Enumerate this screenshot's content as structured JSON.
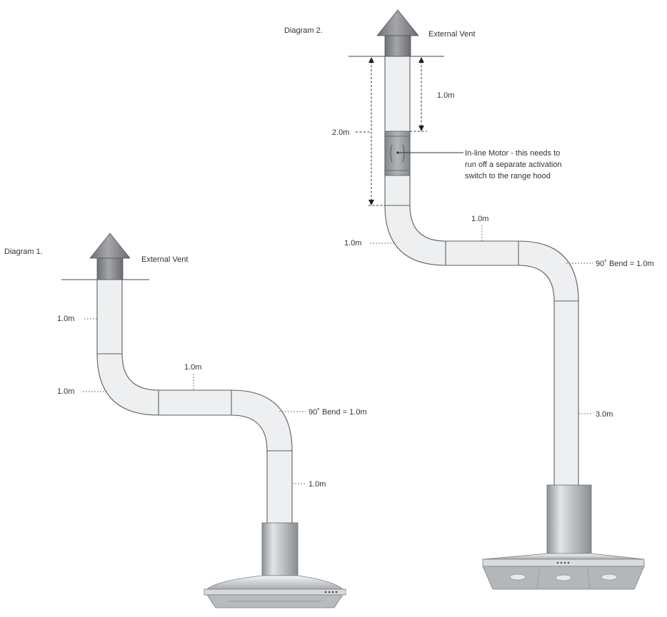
{
  "diagram1": {
    "title": "Diagram 1.",
    "vent_label": "External Vent",
    "label_vertical_top": "1.0m",
    "label_bend_top": "1.0m",
    "label_horizontal": "1.0m",
    "label_bend_right": "90˚ Bend = 1.0m",
    "label_vertical_bottom": "1.0m"
  },
  "diagram2": {
    "title": "Diagram 2.",
    "vent_label": "External Vent",
    "label_upper_span": "1.0m",
    "label_total_span": "2.0m",
    "motor_label_line1": "In-line Motor - this needs to",
    "motor_label_line2": "run off a separate activation",
    "motor_label_line3": "switch to the range hood",
    "label_bend_top": "1.0m",
    "label_horizontal": "1.0m",
    "label_bend_right": "90˚ Bend = 1.0m",
    "label_vertical_bottom": "3.0m"
  },
  "colors": {
    "duct_fill": "#eeeff0",
    "duct_stroke": "#5c5f62",
    "vent_cap": "#8a8c8e",
    "motor_fill": "#9c9fa2",
    "hood_steel": "#c9cccf"
  }
}
